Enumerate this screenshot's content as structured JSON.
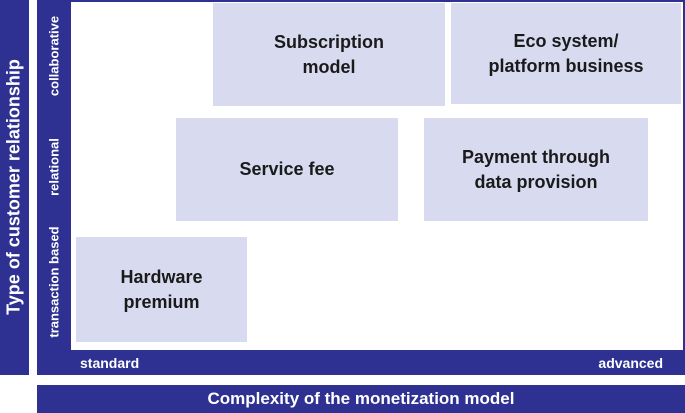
{
  "y_axis": {
    "title": "Type of customer relationship",
    "ticks": [
      "collaborative",
      "relational",
      "transaction based"
    ]
  },
  "x_axis": {
    "title": "Complexity of the monetization model",
    "ticks": [
      "standard",
      "advanced"
    ]
  },
  "boxes": {
    "subscription": "Subscription\nmodel",
    "ecosystem": "Eco system/\nplatform business",
    "service_fee": "Service fee",
    "data_provision": "Payment through\ndata provision",
    "hardware": "Hardware\npremium"
  },
  "colors": {
    "axis_bar": "#2e3192",
    "box_fill": "#d8dbf0"
  }
}
